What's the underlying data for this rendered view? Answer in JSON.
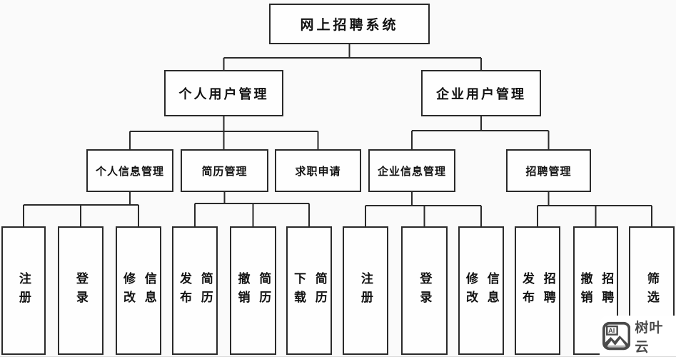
{
  "diagram": {
    "title": "网上招聘系统",
    "type": "hierarchy-tree",
    "tree": {
      "label": "网上招聘系统",
      "children": [
        {
          "label": "个人用户管理",
          "children": [
            {
              "label": "个人信息管理",
              "children": [
                {
                  "label": "注册"
                },
                {
                  "label": "登录"
                },
                {
                  "label": "修改信息",
                  "display": "修改\n信息"
                }
              ]
            },
            {
              "label": "简历管理",
              "children": [
                {
                  "label": "发布简历",
                  "display": "发布\n简历"
                },
                {
                  "label": "撤销简历",
                  "display": "撤销\n简历"
                },
                {
                  "label": "下载简历",
                  "display": "下载\n简历"
                }
              ]
            },
            {
              "label": "求职申请",
              "children": []
            }
          ]
        },
        {
          "label": "企业用户管理",
          "children": [
            {
              "label": "企业信息管理",
              "children": [
                {
                  "label": "注册"
                },
                {
                  "label": "登录"
                },
                {
                  "label": "修改信息",
                  "display": "修改\n信息"
                }
              ]
            },
            {
              "label": "招聘管理",
              "children": [
                {
                  "label": "发布招聘",
                  "display": "发布\n招聘"
                },
                {
                  "label": "撤销招聘",
                  "display": "撤销\n招聘"
                },
                {
                  "label": "筛选"
                }
              ]
            }
          ]
        }
      ]
    }
  },
  "watermark": {
    "icon_text": "AI",
    "brand": "树叶云"
  },
  "colors": {
    "background": "#fafafa",
    "line": "#2a2a2a",
    "box_fill": "#fefefe",
    "text": "#111111",
    "watermark_gray": "#4a4a4a"
  }
}
